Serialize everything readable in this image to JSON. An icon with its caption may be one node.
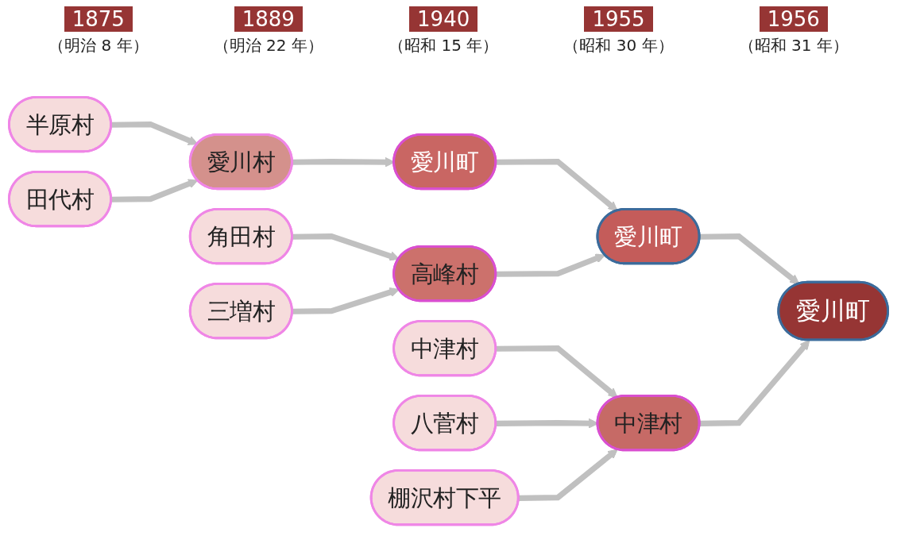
{
  "diagram": {
    "nodes": [
      {
        "text": [
          "半原村"
        ]
      },
      {
        "text": [
          "田代村"
        ]
      },
      {
        "text": [
          "角田村"
        ]
      },
      {
        "text": [
          "三増村"
        ]
      },
      {
        "text": [
          "中津村"
        ]
      },
      {
        "text": [
          "八菅村"
        ]
      },
      {
        "text": [
          "棚沢村下平"
        ]
      },
      {
        "text": [
          "愛川村"
        ]
      },
      {
        "text": [
          "愛川町"
        ]
      },
      {
        "text": [
          "高峰村"
        ]
      },
      {
        "text": [
          "中津村"
        ]
      },
      {
        "text": [
          "愛川町"
        ]
      },
      {
        "text": [
          "愛川町"
        ]
      }
    ],
    "edges": [
      {
        "from": 0,
        "to": 7,
        "arrow": "to"
      },
      {
        "from": 1,
        "to": 7,
        "arrow": "to"
      },
      {
        "from": 2,
        "to": 9,
        "arrow": "to"
      },
      {
        "from": 3,
        "to": 9,
        "arrow": "to"
      },
      {
        "from": 4,
        "to": 10,
        "arrow": "to"
      },
      {
        "from": 5,
        "to": 10,
        "arrow": "to"
      },
      {
        "from": 6,
        "to": 10,
        "arrow": "to"
      },
      {
        "from": 7,
        "to": 8,
        "arrow": "to"
      },
      {
        "from": 8,
        "to": 11,
        "arrow": "to"
      },
      {
        "from": 9,
        "to": 11,
        "arrow": "to"
      },
      {
        "from": 11,
        "to": 12,
        "arrow": "to"
      },
      {
        "from": 10,
        "to": 12,
        "arrow": "to"
      }
    ],
    "labels": [
      "1875",
      "（明治 8 年）",
      "1889",
      "（明治 22 年）",
      "1940",
      "（昭和 15 年）",
      "1955",
      "（昭和 30 年）",
      "1956",
      "（昭和 31 年）"
    ]
  }
}
